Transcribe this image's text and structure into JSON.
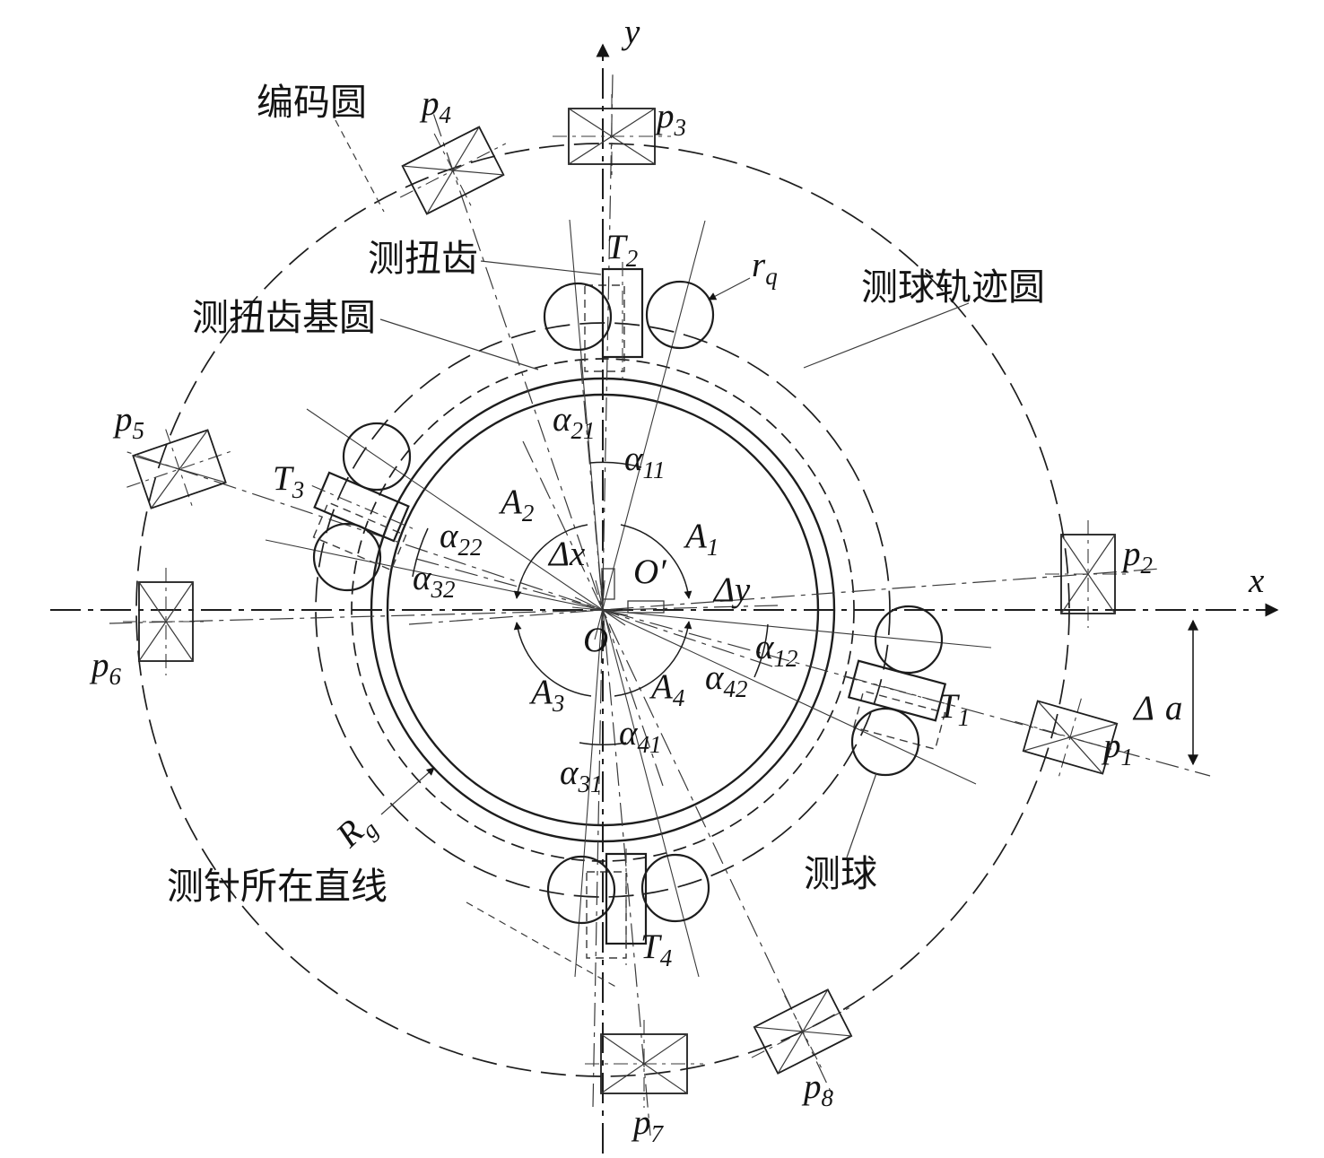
{
  "axes": {
    "x": "x",
    "y": "y"
  },
  "origins": {
    "rotation_center": "O",
    "geometric_center": "O′"
  },
  "circle_labels": {
    "encoding_circle": "编码圆",
    "tooth_base_circle": "测扭齿基圆",
    "ball_trajectory_circle": "测球轨迹圆"
  },
  "part_labels": {
    "measuring_tooth": "测扭齿",
    "measuring_ball": "测球",
    "stylus_line": "测针所在直线"
  },
  "dimension_labels": {
    "ball_radius_base": "r",
    "ball_radius_sub": "q",
    "base_circle_radius_base": "R",
    "base_circle_radius_sub": "g",
    "delta_x": "Δx",
    "delta_y": "Δy",
    "delta_a_base": "Δ",
    "delta_a_var": "a"
  },
  "probes": [
    {
      "base": "p",
      "sub": "1"
    },
    {
      "base": "p",
      "sub": "2"
    },
    {
      "base": "p",
      "sub": "3"
    },
    {
      "base": "p",
      "sub": "4"
    },
    {
      "base": "p",
      "sub": "5"
    },
    {
      "base": "p",
      "sub": "6"
    },
    {
      "base": "p",
      "sub": "7"
    },
    {
      "base": "p",
      "sub": "8"
    }
  ],
  "teeth": [
    {
      "base": "T",
      "sub": "1"
    },
    {
      "base": "T",
      "sub": "2"
    },
    {
      "base": "T",
      "sub": "3"
    },
    {
      "base": "T",
      "sub": "4"
    }
  ],
  "quadrant_angles": [
    {
      "base": "A",
      "sub": "1"
    },
    {
      "base": "A",
      "sub": "2"
    },
    {
      "base": "A",
      "sub": "3"
    },
    {
      "base": "A",
      "sub": "4"
    }
  ],
  "alpha_angles": [
    {
      "base": "α",
      "sub": "11"
    },
    {
      "base": "α",
      "sub": "12"
    },
    {
      "base": "α",
      "sub": "21"
    },
    {
      "base": "α",
      "sub": "22"
    },
    {
      "base": "α",
      "sub": "31"
    },
    {
      "base": "α",
      "sub": "32"
    },
    {
      "base": "α",
      "sub": "41"
    },
    {
      "base": "α",
      "sub": "42"
    }
  ]
}
